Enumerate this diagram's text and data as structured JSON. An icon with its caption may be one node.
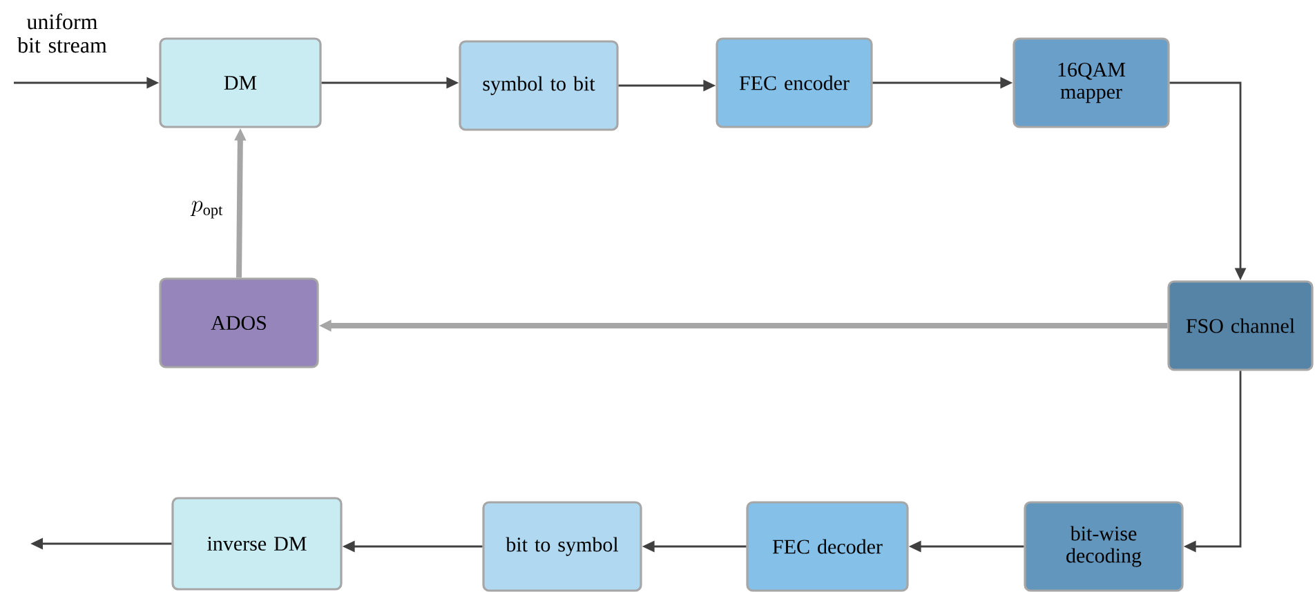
{
  "diagram": {
    "nodes": [
      {
        "text": [
          "DM"
        ]
      },
      {
        "text": [
          "symbol to bit"
        ]
      },
      {
        "text": [
          "FEC encoder"
        ]
      },
      {
        "text": [
          "16QAM mapper"
        ]
      },
      {
        "text": [
          "FSO channel"
        ]
      },
      {
        "text": [
          "ADOS"
        ]
      },
      {
        "text": [
          "bit-wise decoding"
        ]
      },
      {
        "text": [
          "FEC decoder"
        ]
      },
      {
        "text": [
          "bit to symbol"
        ]
      },
      {
        "text": [
          "inverse DM"
        ]
      }
    ],
    "edges": [
      {
        "from": null,
        "to": 0,
        "arrow": "to",
        "label": "uniform bit stream"
      },
      {
        "from": 0,
        "to": 1,
        "arrow": "to"
      },
      {
        "from": 1,
        "to": 2,
        "arrow": "to"
      },
      {
        "from": 2,
        "to": 3,
        "arrow": "to"
      },
      {
        "from": 3,
        "to": 4,
        "arrow": "to"
      },
      {
        "from": 4,
        "to": 5,
        "arrow": "to",
        "style": "thick",
        "color": "#a6a6a6"
      },
      {
        "from": 5,
        "to": 0,
        "arrow": "to",
        "style": "thick",
        "color": "#a6a6a6",
        "label": "p_{\\mathrm{opt}}"
      },
      {
        "from": 4,
        "to": 6,
        "arrow": "to"
      },
      {
        "from": 6,
        "to": 7,
        "arrow": "to"
      },
      {
        "from": 7,
        "to": 8,
        "arrow": "to"
      },
      {
        "from": 8,
        "to": 9,
        "arrow": "to"
      },
      {
        "from": 9,
        "to": null,
        "arrow": "to"
      }
    ]
  }
}
